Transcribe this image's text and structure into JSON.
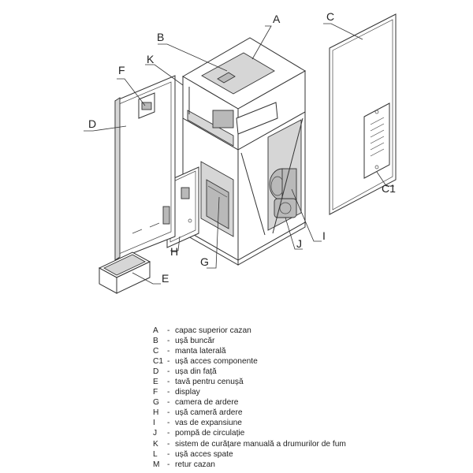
{
  "callouts": {
    "A": "A",
    "B": "B",
    "C": "C",
    "C1": "C1",
    "D": "D",
    "E": "E",
    "F": "F",
    "G": "G",
    "H": "H",
    "I": "I",
    "J": "J",
    "K": "K"
  },
  "legend": [
    {
      "key": "A",
      "desc": "capac superior cazan"
    },
    {
      "key": "B",
      "desc": "ușă buncăr"
    },
    {
      "key": "C",
      "desc": "manta laterală"
    },
    {
      "key": "C1",
      "desc": "ușă acces componente"
    },
    {
      "key": "D",
      "desc": "ușa din față"
    },
    {
      "key": "E",
      "desc": "tavă pentru cenușă"
    },
    {
      "key": "F",
      "desc": "display"
    },
    {
      "key": "G",
      "desc": "camera de ardere"
    },
    {
      "key": "H",
      "desc": "ușă cameră ardere"
    },
    {
      "key": "I",
      "desc": "vas de expansiune"
    },
    {
      "key": "J",
      "desc": "pompă de circulație"
    },
    {
      "key": "K",
      "desc": "sistem de curățare manuală a drumurilor de fum"
    },
    {
      "key": "L",
      "desc": "ușă acces spate"
    },
    {
      "key": "M",
      "desc": "retur cazan"
    }
  ],
  "legend_separator": "-"
}
